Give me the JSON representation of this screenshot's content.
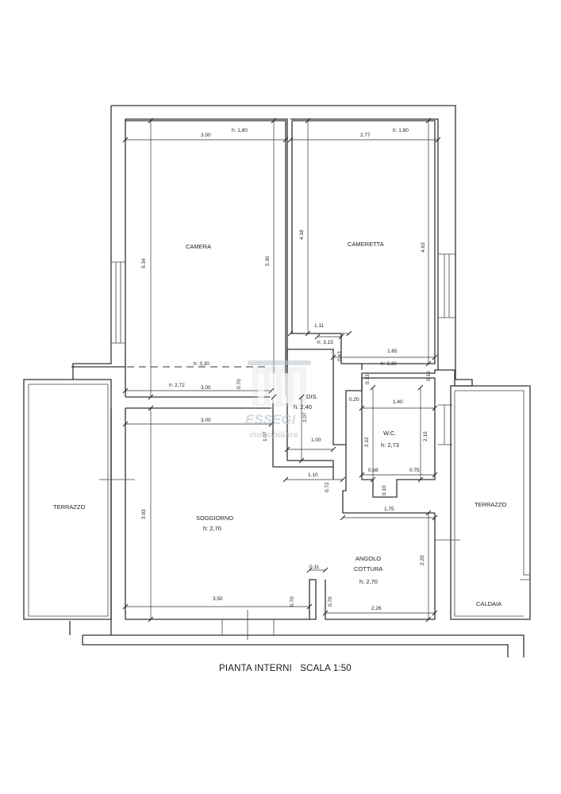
{
  "title": "PIANTA INTERNI   SCALA 1:50",
  "watermark": {
    "brand": "ESSEGI",
    "sub": "immobiliare"
  },
  "rooms": {
    "camera": {
      "name": "CAMERA"
    },
    "cameretta": {
      "name": "CAMERETTA"
    },
    "dis": {
      "name": "DIS.",
      "height": "h: 2,40"
    },
    "wc": {
      "name": "W.C.",
      "height": "h: 2,73"
    },
    "soggiorno": {
      "name": "SOGGIORNO",
      "height": "h: 2,70"
    },
    "angolo": {
      "name1": "ANGOLO",
      "name2": "COTTURA",
      "height": "h: 2,70"
    },
    "terrazzo_left": {
      "name": "TERRAZZO"
    },
    "terrazzo_right": {
      "name": "TERRAZZO"
    },
    "caldaia": {
      "name": "CALDAIA"
    }
  },
  "dims": {
    "camera_top": "3.00",
    "camera_top_h": "h: 1,80",
    "cameretta_top": "2.77",
    "cameretta_top_h": "h: 1,80",
    "camera_left": "5.34",
    "camera_right": "5.30",
    "cameretta_left": "4.18",
    "cameretta_right": "4.63",
    "dis_top": "1.11",
    "dis_top_h": "h: 3,15",
    "cam_small": "0.43",
    "cam_bottom": "1.65",
    "cam_bottom_h": "h: 3,30",
    "camera_beam_h": "h: 3,30",
    "camera_bottom_h": "h: 2,72",
    "camera_bottom": "3.00",
    "camera_door": "0.70",
    "dis_side": "2.07",
    "wc_013": "0.13",
    "wc_010_top": "0.10",
    "wc_020": "0.20",
    "wc_width": "1.40",
    "wc_left": "2.12",
    "wc_right": "2.15",
    "wc_068": "0.68",
    "wc_075": "0.75",
    "wc_010_bottom": "0.10",
    "sog_top": "3.00",
    "sog_107": "1.07",
    "dis_width": "1.00",
    "dis_110": "1.10",
    "dis_072": "0.72",
    "ang_width": "1.75",
    "ang_height": "2.20",
    "sog_height": "3.93",
    "sog_bottom": "3.50",
    "sog_door": "0.70",
    "col_011": "0.11",
    "ang_door": "0.70",
    "ang_bottom": "2.26"
  }
}
